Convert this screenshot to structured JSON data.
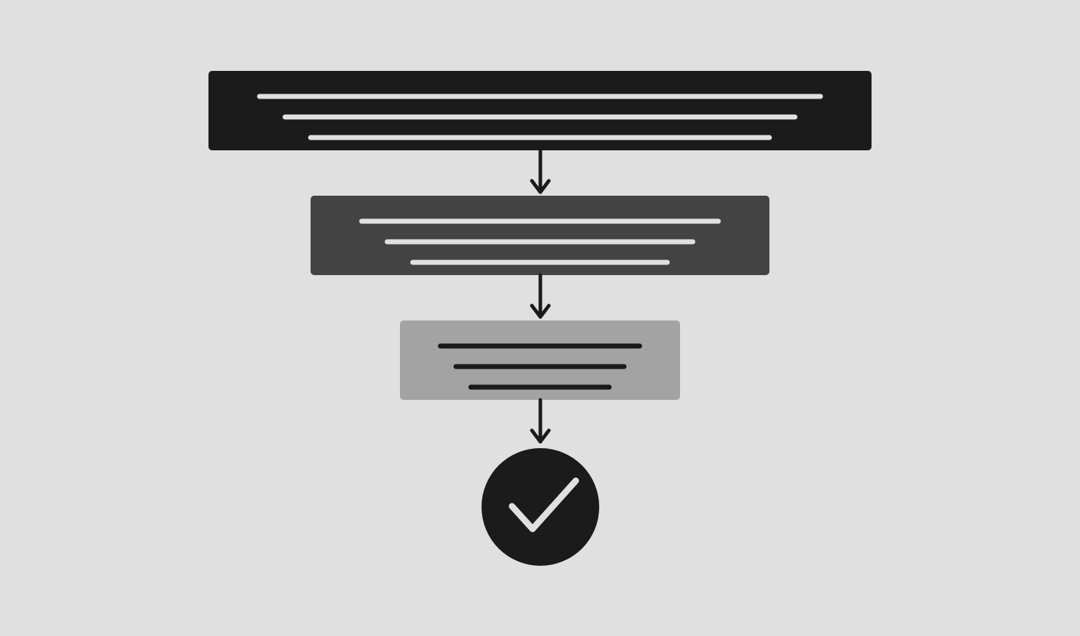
{
  "diagram": {
    "type": "funnel-flow",
    "background_color": "#e0e0e0",
    "stages": [
      {
        "name": "stage-1",
        "fill": "#1b1b1b",
        "line_color": "#e0e0e0",
        "line_count": 3
      },
      {
        "name": "stage-2",
        "fill": "#434343",
        "line_color": "#e0e0e0",
        "line_count": 3
      },
      {
        "name": "stage-3",
        "fill": "#a3a3a3",
        "line_color": "#1b1b1b",
        "line_count": 3
      }
    ],
    "connectors": {
      "color": "#1b1b1b",
      "count": 3
    },
    "result": {
      "icon": "checkmark-icon",
      "fill": "#1b1b1b",
      "icon_color": "#e0e0e0"
    }
  }
}
